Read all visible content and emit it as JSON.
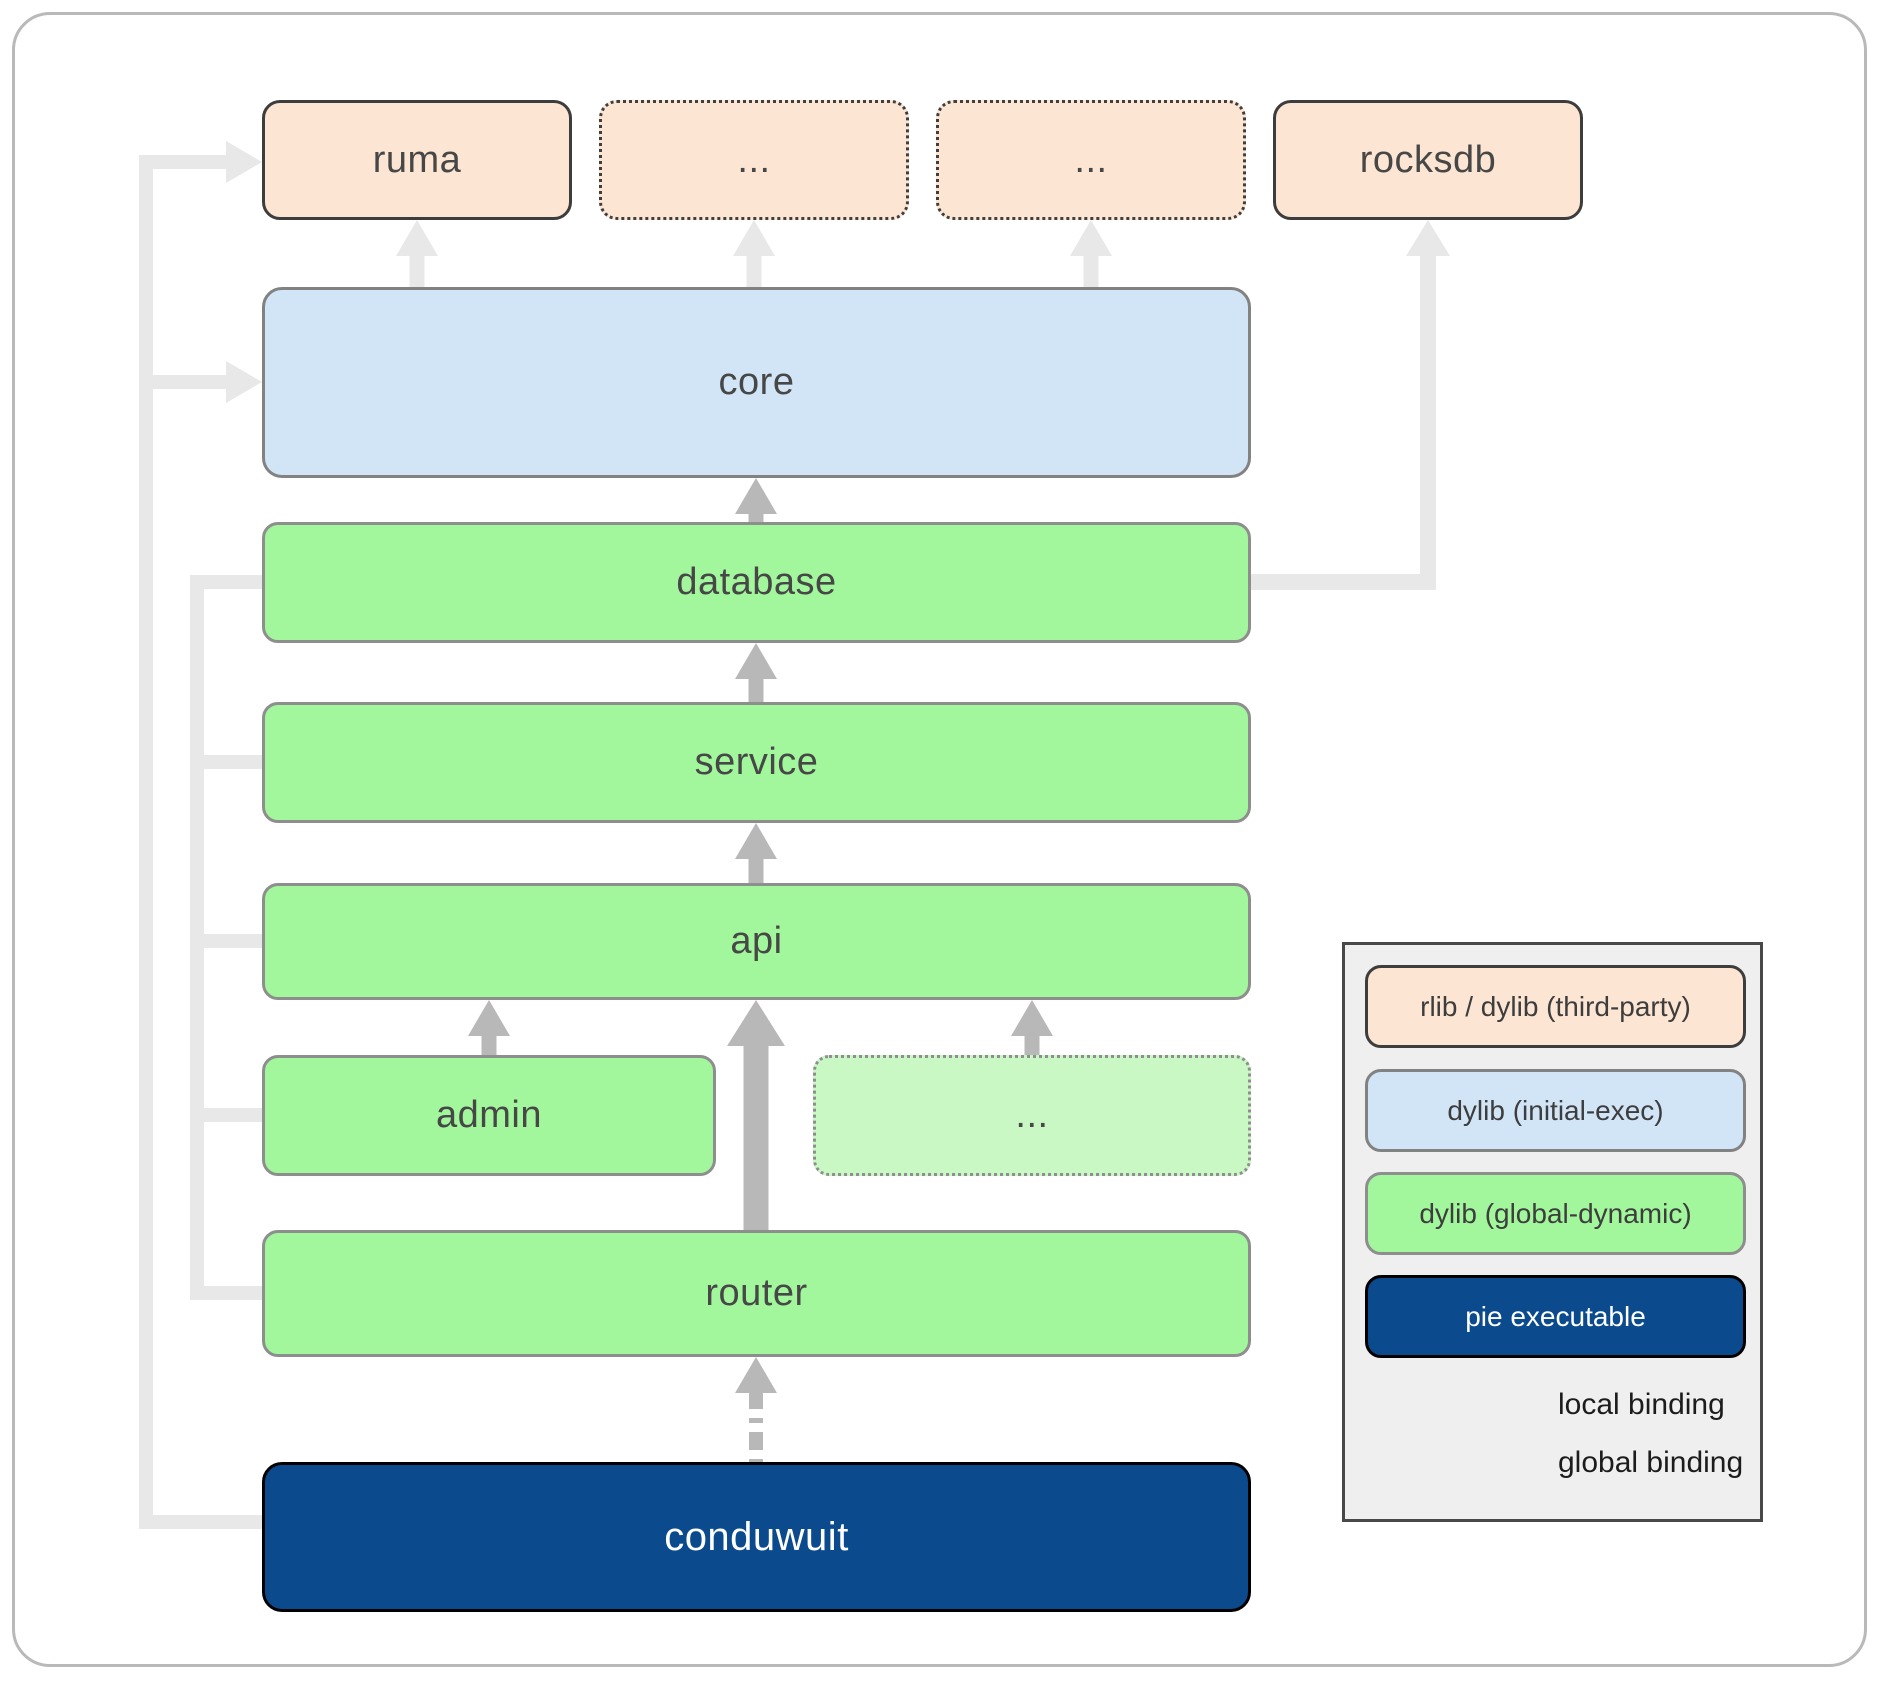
{
  "diagram": {
    "nodes": {
      "ruma": "ruma",
      "ellipsis_top_1": "...",
      "ellipsis_top_2": "...",
      "rocksdb": "rocksdb",
      "core": "core",
      "database": "database",
      "service": "service",
      "api": "api",
      "admin": "admin",
      "ellipsis_admin": "...",
      "router": "router",
      "conduwuit": "conduwuit"
    }
  },
  "legend": {
    "items": [
      {
        "label": "rlib / dylib (third-party)",
        "color": "#fce5d2"
      },
      {
        "label": "dylib (initial-exec)",
        "color": "#d2e5f7"
      },
      {
        "label": "dylib (global-dynamic)",
        "color": "#a2f79c"
      },
      {
        "label": "pie executable",
        "color": "#0b4a8c"
      }
    ],
    "bindings": [
      {
        "label": "local binding",
        "style": "dashed"
      },
      {
        "label": "global binding",
        "style": "solid"
      }
    ]
  },
  "colors": {
    "third_party_fill": "#fce5d2",
    "initial_exec_fill": "#d2e5f7",
    "global_dynamic_fill": "#a2f79c",
    "faded_global_dynamic_fill": "#c9f8c5",
    "pie_executable_fill": "#0b4a8c",
    "global_binding_arrow": "#b8b8b8",
    "deemphasized_binding": "#e8e8e8",
    "legend_background": "#efefef",
    "frame_border": "#b9b9b9"
  }
}
